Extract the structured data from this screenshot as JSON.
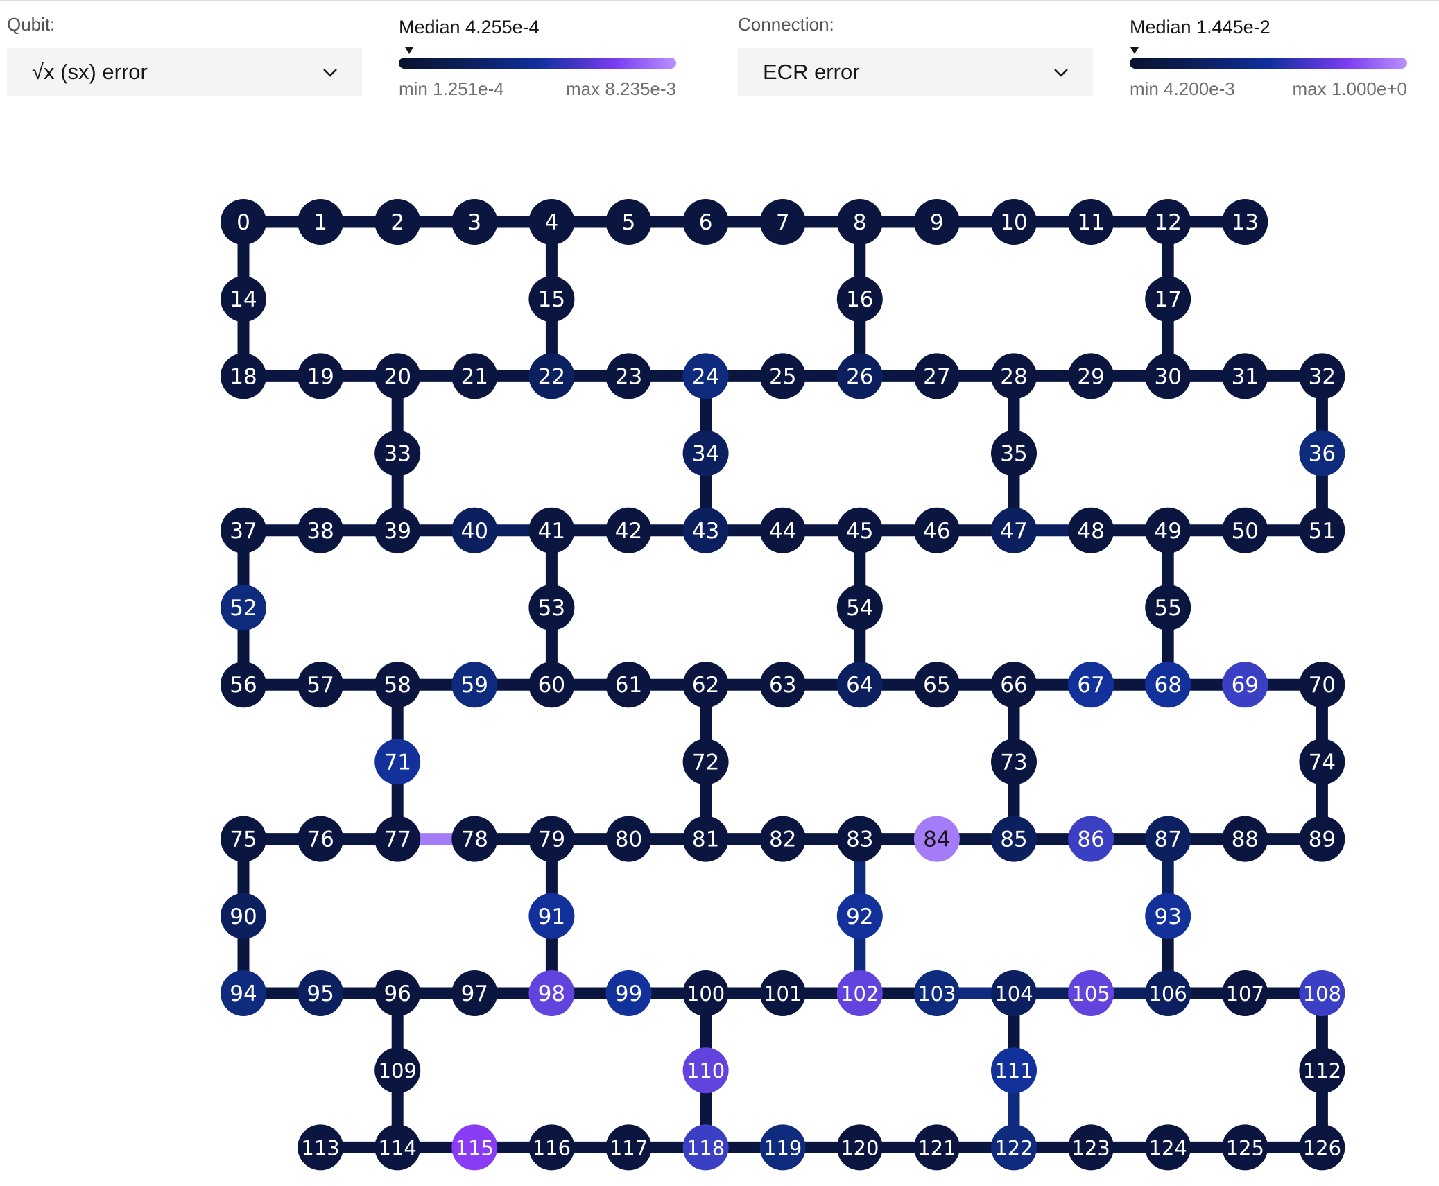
{
  "qubit_panel": {
    "label": "Qubit:",
    "selected": "√x (sx) error",
    "median": "Median 4.255e-4",
    "min": "min 1.251e-4",
    "max": "max 8.235e-3"
  },
  "connection_panel": {
    "label": "Connection:",
    "selected": "ECR error",
    "median": "Median 1.445e-2",
    "min": "min 4.200e-3",
    "max": "max 1.000e+0"
  },
  "colors": {
    "c0": "#0a1640",
    "c1": "#0c1f5f",
    "c2": "#0f2b7d",
    "c3": "#13319b",
    "c4": "#3b3fc4",
    "c5": "#6243de",
    "c6": "#8a3cf5",
    "c7": "#a47cf7",
    "text_dark": "#161616",
    "text_light": "#ffffff"
  },
  "qubit_rows": [
    [
      0,
      1,
      2,
      3,
      4,
      5,
      6,
      7,
      8,
      9,
      10,
      11,
      12,
      13
    ],
    [
      14,
      15,
      16,
      17
    ],
    [
      18,
      19,
      20,
      21,
      22,
      23,
      24,
      25,
      26,
      27,
      28,
      29,
      30,
      31,
      32
    ],
    [
      33,
      34,
      35,
      36
    ],
    [
      37,
      38,
      39,
      40,
      41,
      42,
      43,
      44,
      45,
      46,
      47,
      48,
      49,
      50,
      51
    ],
    [
      52,
      53,
      54,
      55
    ],
    [
      56,
      57,
      58,
      59,
      60,
      61,
      62,
      63,
      64,
      65,
      66,
      67,
      68,
      69,
      70
    ],
    [
      71,
      72,
      73,
      74
    ],
    [
      75,
      76,
      77,
      78,
      79,
      80,
      81,
      82,
      83,
      84,
      85,
      86,
      87,
      88,
      89
    ],
    [
      90,
      91,
      92,
      93
    ],
    [
      94,
      95,
      96,
      97,
      98,
      99,
      100,
      101,
      102,
      103,
      104,
      105,
      106,
      107,
      108
    ],
    [
      109,
      110,
      111,
      112
    ],
    [
      113,
      114,
      115,
      116,
      117,
      118,
      119,
      120,
      121,
      122,
      123,
      124,
      125,
      126
    ]
  ],
  "qubit_colors": {
    "24": "c2",
    "36": "c2",
    "40": "c1",
    "52": "c2",
    "59": "c2",
    "67": "c3",
    "68": "c3",
    "69": "c4",
    "71": "c3",
    "84": "c7",
    "86": "c4",
    "87": "c1",
    "91": "c3",
    "92": "c3",
    "93": "c3",
    "94": "c2",
    "98": "c5",
    "99": "c3",
    "102": "c5",
    "103": "c2",
    "104": "c1",
    "105": "c5",
    "108": "c4",
    "110": "c5",
    "111": "c3",
    "115": "c6",
    "118": "c4",
    "119": "c2",
    "122": "c2",
    "22": "c1",
    "26": "c1",
    "34": "c1",
    "43": "c1",
    "47": "c1",
    "64": "c1",
    "106": "c1",
    "54": "c0",
    "85": "c1",
    "90": "c1",
    "95": "c1"
  },
  "edge_colors": {
    "77-78": "c7",
    "83-92": "c2",
    "92-102": "c2",
    "103-104": "c2",
    "104-105": "c1",
    "105-106": "c1",
    "111-122": "c2",
    "40-41": "c1",
    "47-48": "c1",
    "87-93": "c1"
  }
}
